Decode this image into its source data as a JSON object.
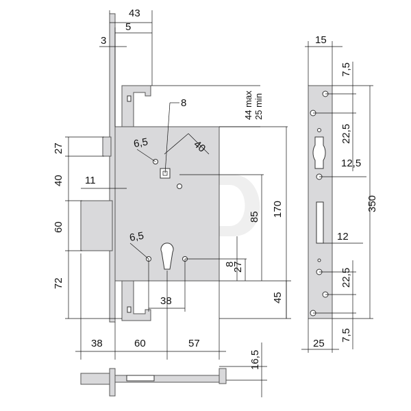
{
  "drawing": {
    "top": {
      "d43": "43",
      "d5": "5",
      "d3": "3"
    },
    "follower": {
      "square": "8",
      "hole": "6,5",
      "dist": "40"
    },
    "backset": {
      "max": "44 max",
      "min": "25 min"
    },
    "left": {
      "d27": "27",
      "d40": "40",
      "d11": "11",
      "d60": "60",
      "d72": "72"
    },
    "right_body": {
      "d85": "85",
      "d170": "170",
      "d8": "8",
      "d27b": "27",
      "d45": "45"
    },
    "cylinder": {
      "hole": "6,5",
      "d38": "38"
    },
    "bottom": {
      "d38": "38",
      "d60": "60",
      "d57": "57",
      "d16_5": "16,5"
    },
    "faceplate": {
      "d15": "15",
      "d7_5_top": "7,5",
      "d22_5_top": "22,5",
      "d12_5": "12,5",
      "d350": "350",
      "d12": "12",
      "d22_5_bottom": "22,5",
      "d25": "25",
      "d7_5_bottom": "7,5"
    }
  },
  "colors": {
    "plate": "#d9d9db",
    "watermark": "#e6e6e6"
  }
}
